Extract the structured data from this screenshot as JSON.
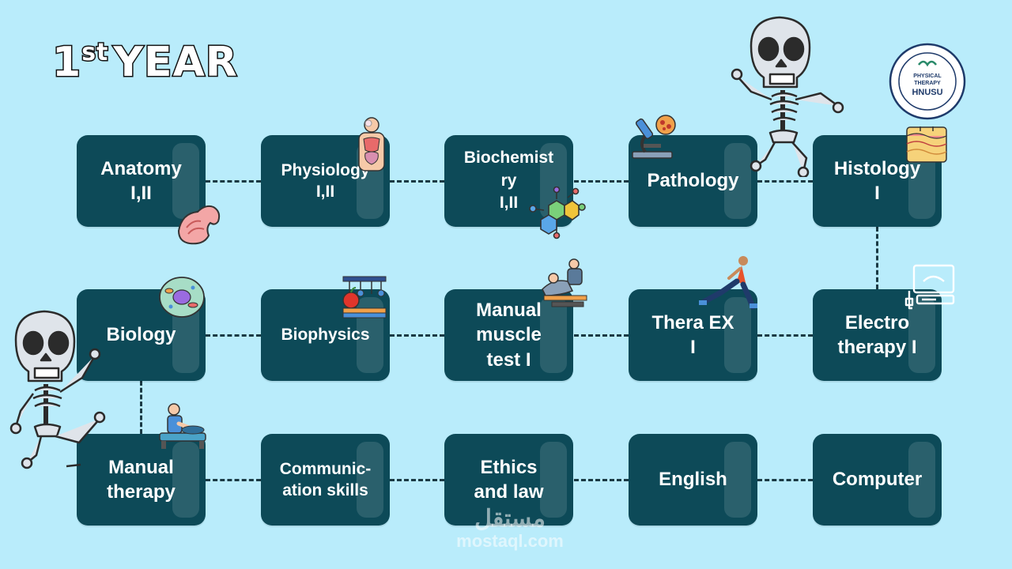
{
  "title": {
    "main": "YEAR",
    "ordinal": "1",
    "suffix": "st"
  },
  "courses": {
    "anatomy": "Anatomy\nI,II",
    "physiology": "Physiology\nI,II",
    "biochemistry": "Biochemist\nry\nI,II",
    "pathology": "Pathology",
    "histology": "Histology\nI",
    "biology": "Biology",
    "biophysics": "Biophysics",
    "manual_muscle_test": "Manual\nmuscle\ntest I",
    "thera_ex": "Thera EX\nI",
    "electrotherapy": "Electro\ntherapy I",
    "manual_therapy": "Manual\ntherapy",
    "communication": "Communic-\nation skills",
    "ethics": "Ethics\nand law",
    "english": "English",
    "computer": "Computer"
  },
  "logo": {
    "line1": "PHYSICAL",
    "line2": "THERAPY",
    "line3": "HNUSU"
  },
  "watermark": {
    "arabic": "مستقل",
    "latin": "mostaql.com"
  },
  "colors": {
    "background": "#b9ecfb",
    "box": "#0d4a58",
    "connector": "#1a3a44"
  },
  "icons": [
    "skeleton-icon",
    "muscle-arm-icon",
    "body-organs-icon",
    "molecule-icon",
    "microscope-icon",
    "skin-layers-icon",
    "cell-icon",
    "physics-lab-icon",
    "examination-icon",
    "stretching-athlete-icon",
    "ultrasound-monitor-icon",
    "massage-therapy-icon",
    "student-union-logo"
  ]
}
